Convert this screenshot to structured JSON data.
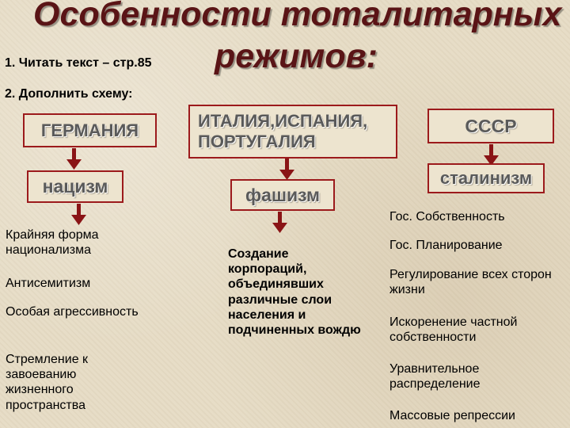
{
  "title": {
    "line1": "Особенности тоталитарных",
    "line2": "режимов:"
  },
  "tasks": {
    "task1": "1. Читать текст – стр.85",
    "task2": "2. Дополнить схему:"
  },
  "columns": {
    "germany": {
      "country": "ГЕРМАНИЯ",
      "ideology": "нацизм",
      "features": [
        "Крайняя форма национализма",
        "Антисемитизм",
        "Особая агрессивность",
        "Стремление к завоеванию жизненного пространства"
      ]
    },
    "italy": {
      "country": "ИТАЛИЯ,ИСПАНИЯ, ПОРТУГАЛИЯ",
      "ideology": "фашизм",
      "features": [
        "Создание корпораций, объединявших различные слои населения и подчиненных вождю"
      ]
    },
    "ussr": {
      "country": "СССР",
      "ideology": "сталинизм",
      "features": [
        "Гос. Собственность",
        "Гос. Планирование",
        "Регулирование всех сторон жизни",
        "Искоренение частной собственности",
        "Уравнительное распределение",
        "Массовые репрессии"
      ]
    }
  },
  "colors": {
    "title": "#5a1416",
    "border": "#9c1a1c",
    "box_text": "#5a5a5a",
    "background": "#e6dcc5"
  },
  "icons": {
    "arrow": "down-arrow-icon"
  }
}
